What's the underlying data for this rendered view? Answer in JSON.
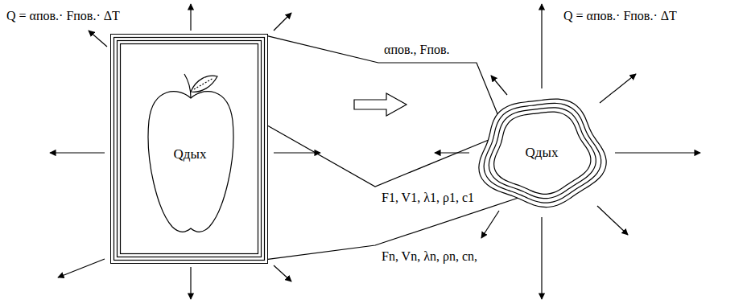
{
  "diagram": {
    "nodes": [
      {
        "text": [
          "Qдых"
        ]
      },
      {
        "text": [
          "Qдых"
        ]
      }
    ],
    "edges": [
      {
        "from": 0,
        "to": 1,
        "arrow": "none",
        "label": "αпов., Fпов."
      },
      {
        "from": 0,
        "to": 1,
        "arrow": "none",
        "label": "F1, V1, λ1, ρ1, c1"
      },
      {
        "from": 0,
        "to": 1,
        "arrow": "none",
        "label": "Fn, Vn, λn, ρn, cn,"
      }
    ],
    "labels": [
      "Q = αпов.· Fпов.· ΔT",
      "Q = αпов.· Fпов.· ΔT"
    ]
  }
}
